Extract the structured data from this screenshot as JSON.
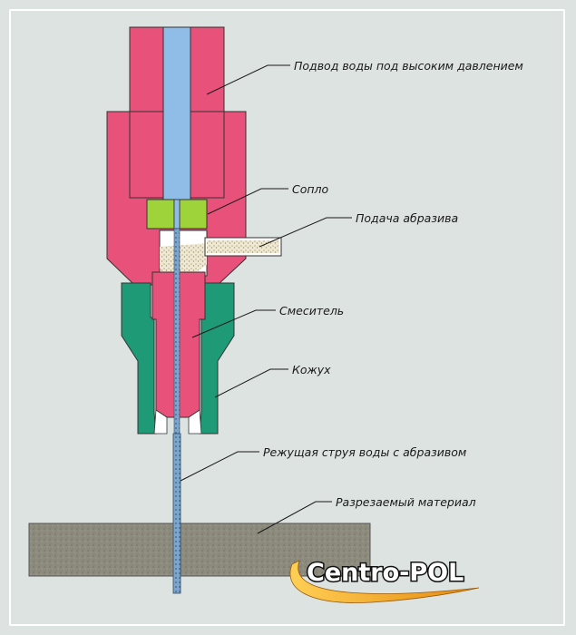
{
  "labels": {
    "water_inlet": "Подвод воды под высоким давлением",
    "nozzle": "Сопло",
    "abrasive_feed": "Подача абразива",
    "mixer": "Смеситель",
    "housing": "Кожух",
    "cutting_jet": "Режущая струя воды с абразивом",
    "workpiece": "Разрезаемый материал"
  },
  "logo": {
    "text": "Centro-POL"
  },
  "colors": {
    "background": "#dde3e1",
    "body_pink": "#e8517a",
    "water_blue": "#8fbde8",
    "nozzle_green": "#9fd33a",
    "housing_teal": "#1f9a77",
    "material_gray": "#8a8a7c",
    "logo_orange": "#f3a21b"
  }
}
